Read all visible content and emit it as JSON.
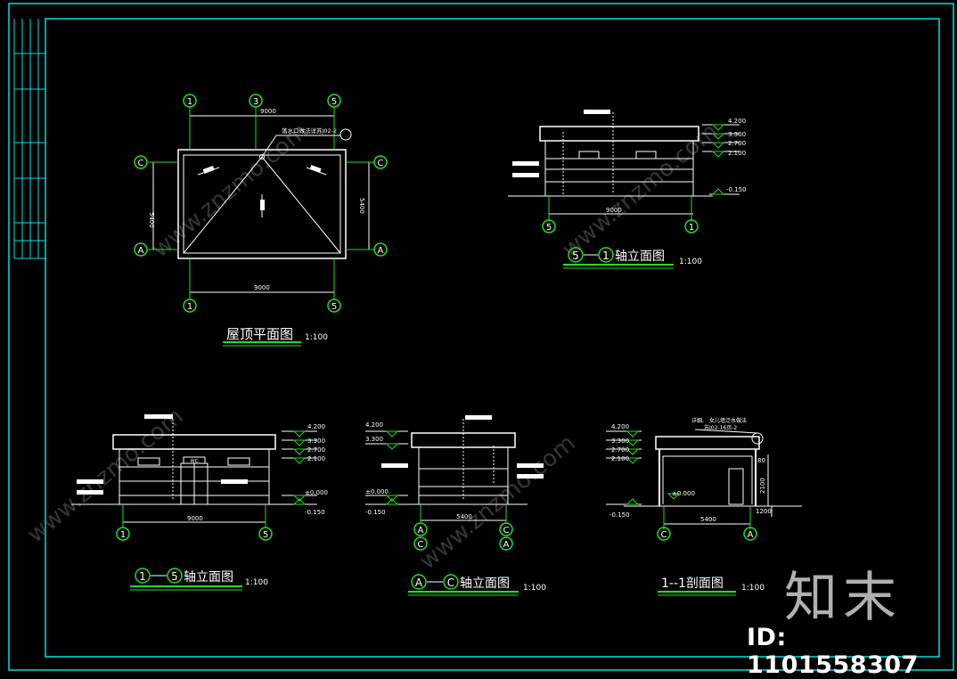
{
  "colors": {
    "background": "#000000",
    "frame": "#00e0e0",
    "linework": "#ffffff",
    "axis_bubble": "#22dd22",
    "title_underline": "#22dd22",
    "watermark": "#9a9a9a"
  },
  "roof_plan": {
    "title": "屋顶平面图",
    "scale": "1:100",
    "axes_top": [
      "1",
      "3",
      "5"
    ],
    "axes_bottom": [
      "1",
      "5"
    ],
    "axes_left": [
      "C",
      "A"
    ],
    "axes_right": [
      "C",
      "A"
    ],
    "dim_top": "9000",
    "dim_bottom": "9000",
    "dim_left": "5400",
    "dim_right": "5400",
    "note": "落水口做法详苏J02-2"
  },
  "elev_5_1": {
    "title_axis_from": "5",
    "title_axis_to": "1",
    "title_text": "轴立面图",
    "scale": "1:100",
    "levels": [
      "4.200",
      "3.300",
      "2.700",
      "2.100",
      "-0.150"
    ],
    "dim": "9000",
    "axes": [
      "5",
      "1"
    ]
  },
  "elev_1_5": {
    "title_axis_from": "1",
    "title_axis_to": "5",
    "title_text": "轴立面图",
    "scale": "1:100",
    "levels": [
      "4.200",
      "3.300",
      "2.700",
      "2.100",
      "±0.000",
      "-0.150"
    ],
    "dim": "9000",
    "axes": [
      "1",
      "5"
    ],
    "door_sign": "WC"
  },
  "elev_a_c": {
    "title_axis_from": "A",
    "title_axis_to": "C",
    "title_text": "轴立面图",
    "scale": "1:100",
    "levels": [
      "4.200",
      "3.300",
      "±0.000",
      "-0.150"
    ],
    "dim": "5400",
    "axes_left": [
      "A",
      "C"
    ],
    "axes_right": [
      "C",
      "A"
    ]
  },
  "section_1_1": {
    "title": "1--1剖面图",
    "scale": "1:100",
    "levels": [
      "4.200",
      "3.300",
      "2.700",
      "2.100",
      "±0.000",
      "-0.150"
    ],
    "dim": "5400",
    "dim_height": "2100",
    "dim_sill": "1200",
    "dim_top": "80",
    "axes": [
      "C",
      "A"
    ],
    "note_line1": "女儿墙泛水做法",
    "note_line2": "苏J02-16页-2",
    "note_prefix": "详细,"
  },
  "watermark": {
    "site": "www.znzmo.com",
    "brand": "知末",
    "id": "ID: 1101558307"
  }
}
